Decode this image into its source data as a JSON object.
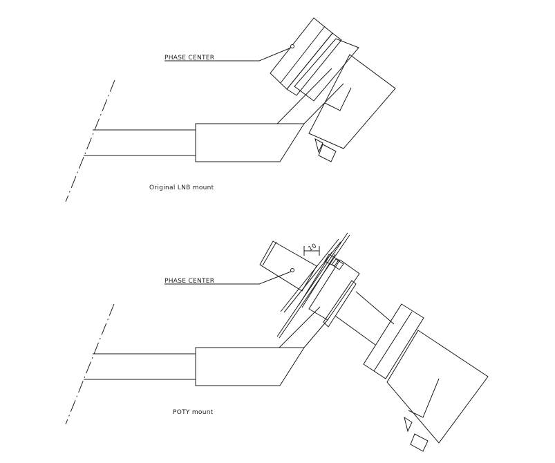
{
  "diagrams": [
    {
      "phase_center_label": "PHASE CENTER",
      "caption": "Original LNB mount"
    },
    {
      "phase_center_label": "PHASE CENTER",
      "caption": "POTY mount",
      "dimension_label": "10"
    }
  ],
  "colors": {
    "line": "#1a1a1a",
    "background": "#ffffff"
  }
}
